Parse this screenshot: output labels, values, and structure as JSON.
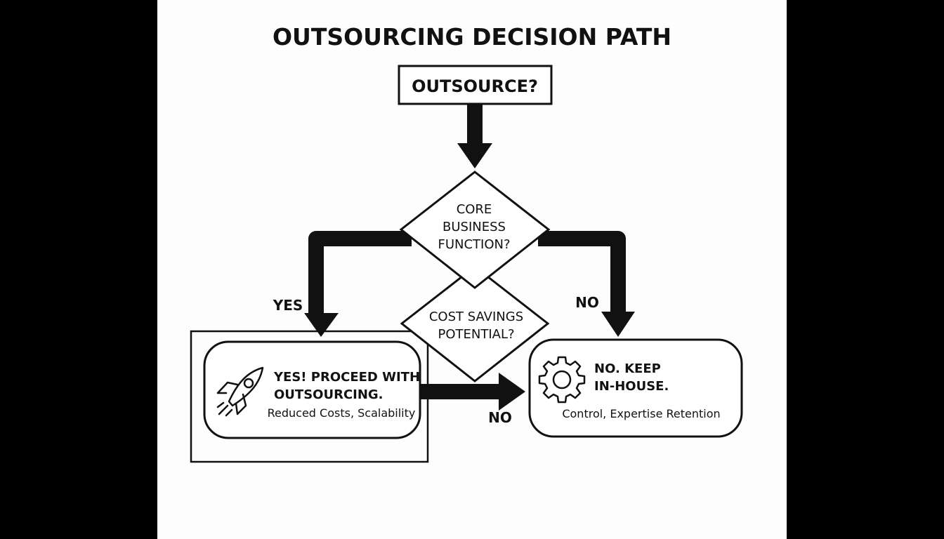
{
  "title": "OUTSOURCING DECISION PATH",
  "start_box": {
    "label": "OUTSOURCE?"
  },
  "decision_core": {
    "lines": [
      "CORE",
      "BUSINESS",
      "FUNCTION?"
    ]
  },
  "decision_cost": {
    "lines": [
      "COST SAVINGS",
      "POTENTIAL?"
    ]
  },
  "labels": {
    "yes_left": "YES",
    "no_right": "NO",
    "no_bottom": "NO"
  },
  "outcome_yes": {
    "icon": "rocket-icon",
    "heading_lines": [
      "YES! PROCEED WITH",
      "OUTSOURCING."
    ],
    "detail": "Reduced Costs, Scalability"
  },
  "outcome_no": {
    "icon": "gear-icon",
    "heading_lines": [
      "NO. KEEP",
      "IN-HOUSE."
    ],
    "detail": "Control, Expertise Retention"
  },
  "colors": {
    "ink": "#111111",
    "paper": "#fdfdfd",
    "frame": "#000000"
  }
}
